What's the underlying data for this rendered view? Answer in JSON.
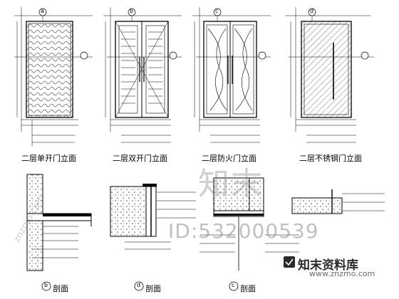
{
  "elevations": {
    "single_door_label": "二层单开门立面",
    "double_door_label": "二层双开门立面",
    "fire_door_label": "二层防火门立面",
    "steel_door_label": "二层不锈钢门立面"
  },
  "sections": {
    "section_b_label": "剖面",
    "section_b_marker": "b",
    "section_d_label": "剖面",
    "section_d_marker": "d",
    "section_c_label": "剖面",
    "section_c_marker": "c"
  },
  "markers": {
    "a": "a",
    "b": "b",
    "c": "c",
    "d": "d"
  },
  "watermark": {
    "brand_big": "知末",
    "id_text": "ID:532000539",
    "logo_text": "知末资料库",
    "url": "www.znzmo.com",
    "side_text": "znzmo.com"
  }
}
